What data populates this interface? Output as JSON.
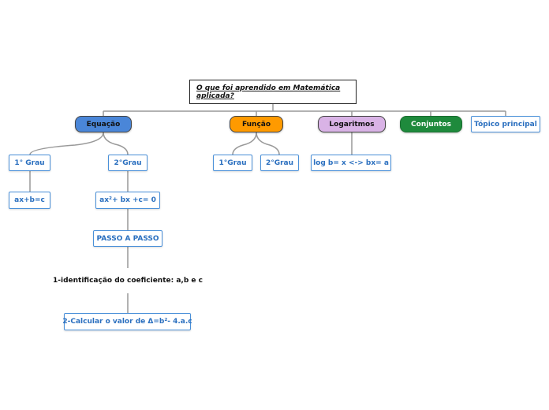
{
  "colors": {
    "equacao": "#4a86d8",
    "funcao": "#ff9a00",
    "logaritmos": "#d9b3e6",
    "conjuntos": "#1e8a3c",
    "link_text": "#2a6fbf",
    "connector": "#999999"
  },
  "root": {
    "label": "O que foi aprendido em Matemática aplicada?"
  },
  "main_topics": {
    "equacao": "Equação",
    "funcao": "Função",
    "logaritmos": "Logaritmos",
    "conjuntos": "Conjuntos",
    "topico": "Tópico principal"
  },
  "equacao": {
    "primeiro_grau": "1° Grau",
    "primeiro_formula": "ax+b=c",
    "segundo_grau": "2°Grau",
    "segundo_formula": "ax²+ bx +c= 0",
    "passo_a_passo": "PASSO A PASSO",
    "step1": "1-identificação do coeficiente: a,b e c",
    "step2": "2-Calcular o valor de Δ=b²- 4.a.c"
  },
  "funcao": {
    "primeiro_grau": "1°Grau",
    "segundo_grau": "2°Grau"
  },
  "logaritmos": {
    "definicao": "log b= x <-> bx= a"
  }
}
